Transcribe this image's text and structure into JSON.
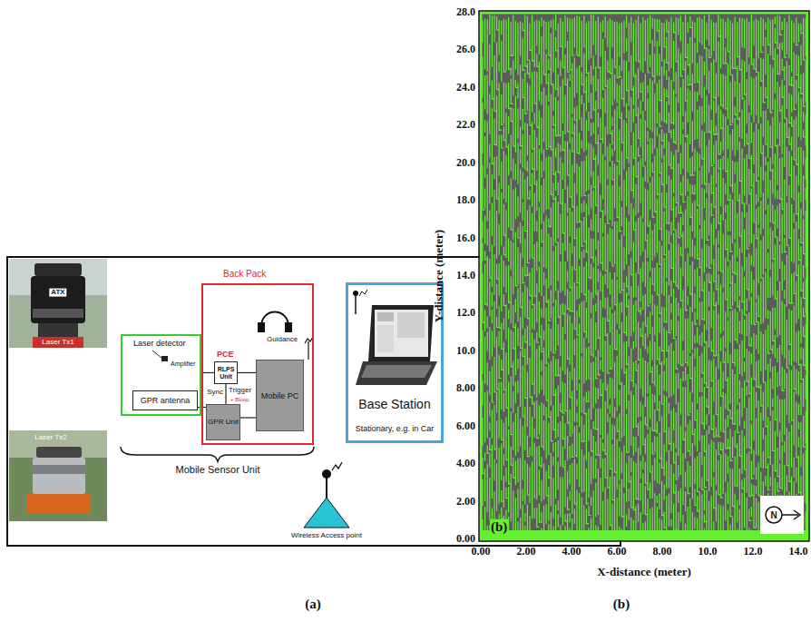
{
  "diagram": {
    "nodes": [
      {
        "text": [
          "Laser detector"
        ]
      },
      {
        "text": [
          "GPR antenna"
        ],
        "in": 0
      },
      {
        "text": [
          "Back Pack"
        ]
      },
      {
        "text": [
          "PCE",
          "RLPS Unit"
        ],
        "in": 2
      },
      {
        "text": [
          "Mobile PC"
        ],
        "in": 2
      },
      {
        "text": [
          "GPR Unit"
        ],
        "in": 2
      },
      {
        "text": [
          "Base Station",
          "Stationary, e.g. in Car"
        ]
      }
    ],
    "edges": [
      {
        "from": 0,
        "to": 3,
        "arrow": "none"
      },
      {
        "from": 1,
        "to": 5,
        "arrow": "none"
      },
      {
        "from": 3,
        "to": 4,
        "arrow": "none"
      },
      {
        "from": 3,
        "to": 5,
        "arrow": "none"
      },
      {
        "from": 5,
        "to": 4,
        "arrow": "none"
      }
    ],
    "labels": [
      "ATX",
      "Laser Tx1",
      "Laser Tx2",
      "Amplifier",
      "Guidance",
      "Sync",
      "Trigger",
      "+ Bloop",
      "Mobile Sensor Unit",
      "Wireless Access point",
      "(a)",
      "0.00",
      "2.00",
      "4.00",
      "6.00",
      "8.00",
      "10.0",
      "12.0",
      "14.0",
      "16.0",
      "18.0",
      "20.0",
      "22.0",
      "24.0",
      "26.0",
      "28.0",
      "0.00",
      "2.00",
      "4.00",
      "6.00",
      "8.00",
      "10.0",
      "12.0",
      "14.0",
      "Y-distance (meter)",
      "X-distance (meter)",
      "(b)",
      "N",
      "(b)"
    ]
  }
}
